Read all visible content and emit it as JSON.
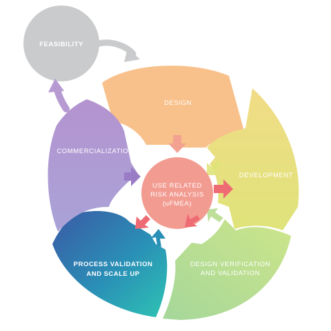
{
  "diagram": {
    "feasibility": {
      "label": "FEASIBILITY",
      "color": "#c9cbcc"
    },
    "center": {
      "lines": [
        "USE RELATED",
        "RISK ANALYSIS",
        "(uFMEA)"
      ],
      "color": "#f29b91",
      "arrow_color": "#ef6b73"
    },
    "segments": {
      "design": {
        "label": "DESIGN",
        "color": "#f8c08a"
      },
      "development": {
        "label": "DEVELOPMENT",
        "color": "#ece27c"
      },
      "verification": {
        "lines": [
          "DESIGN VERIFICATION",
          "AND VALIDATION"
        ],
        "color": "#b7dc8e"
      },
      "process": {
        "lines": [
          "PROCESS VALIDATION",
          "AND SCALE UP"
        ],
        "colors": [
          "#3a5aa5",
          "#2a8fb6",
          "#2ec3b4"
        ]
      },
      "commercialization": {
        "label": "COMMERCIALIZATION",
        "color": "#b79ad2"
      }
    },
    "connector_color": "#c9cbcc"
  }
}
